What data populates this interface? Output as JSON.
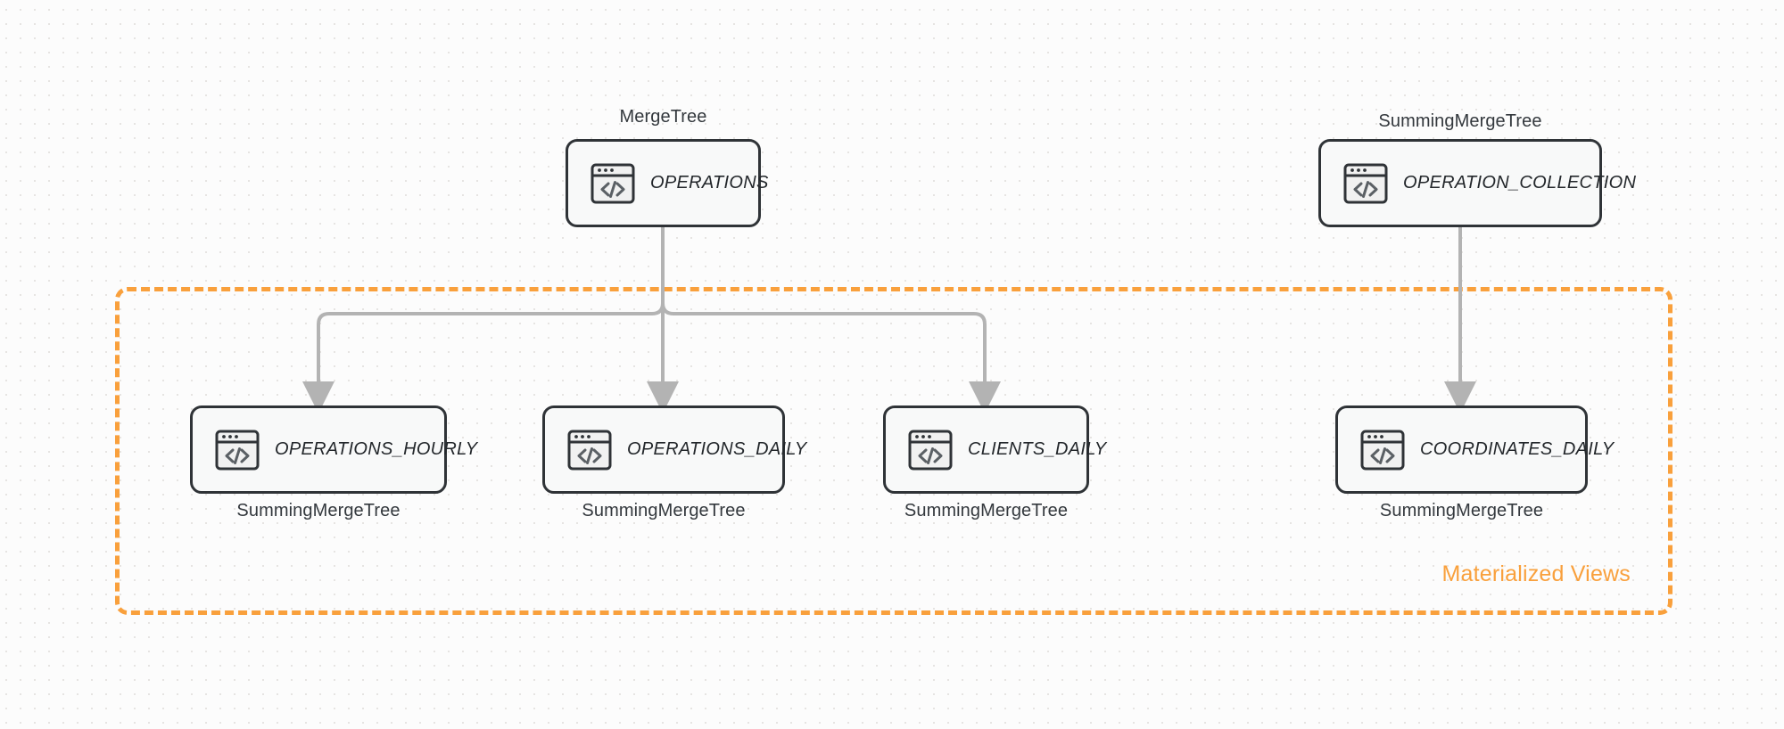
{
  "diagram": {
    "title": "ClickHouse table and materialized view lineage",
    "background_color": "#fcfcfc",
    "accent_color": "#f9a03c",
    "node_border_color": "#2f3337",
    "edge_color": "#b3b3b3",
    "group": {
      "label": "Materialized Views",
      "style": "dashed",
      "color": "#f9a03c"
    },
    "nodes": [
      {
        "id": "operations",
        "label": "OPERATIONS",
        "engine": "MergeTree",
        "engine_position": "above",
        "icon": "code-window-icon"
      },
      {
        "id": "operation_collection",
        "label": "OPERATION_COLLECTION",
        "engine": "SummingMergeTree",
        "engine_position": "above",
        "icon": "code-window-icon"
      },
      {
        "id": "operations_hourly",
        "label": "OPERATIONS_HOURLY",
        "engine": "SummingMergeTree",
        "engine_position": "below",
        "icon": "code-window-icon"
      },
      {
        "id": "operations_daily",
        "label": "OPERATIONS_DAILY",
        "engine": "SummingMergeTree",
        "engine_position": "below",
        "icon": "code-window-icon"
      },
      {
        "id": "clients_daily",
        "label": "CLIENTS_DAILY",
        "engine": "SummingMergeTree",
        "engine_position": "below",
        "icon": "code-window-icon"
      },
      {
        "id": "coordinates_daily",
        "label": "COORDINATES_DAILY",
        "engine": "SummingMergeTree",
        "engine_position": "below",
        "icon": "code-window-icon"
      }
    ],
    "edges": [
      {
        "from": "operations",
        "to": "operations_hourly",
        "style": "orthogonal-arrow"
      },
      {
        "from": "operations",
        "to": "operations_daily",
        "style": "straight-arrow"
      },
      {
        "from": "operations",
        "to": "clients_daily",
        "style": "orthogonal-arrow"
      },
      {
        "from": "operation_collection",
        "to": "coordinates_daily",
        "style": "straight-arrow"
      }
    ]
  }
}
